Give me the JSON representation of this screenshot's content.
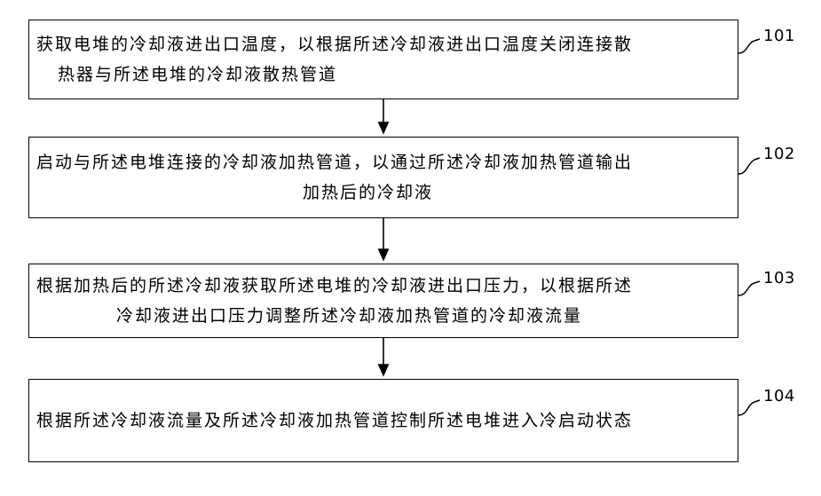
{
  "steps": [
    {
      "id": "101",
      "line1": "获取电堆的冷却液进出口温度，以根据所述冷却液进出口温度关闭连接散",
      "line2": "热器与所述电堆的冷却液散热管道"
    },
    {
      "id": "102",
      "line1": "启动与所述电堆连接的冷却液加热管道，以通过所述冷却液加热管道输出",
      "line2": "加热后的冷却液"
    },
    {
      "id": "103",
      "line1": "根据加热后的所述冷却液获取所述电堆的冷却液进出口压力，以根据所述",
      "line2": "冷却液进出口压力调整所述冷却液加热管道的冷却液流量"
    },
    {
      "id": "104",
      "line1": "根据所述冷却液流量及所述冷却液加热管道控制所述电堆进入冷启动状态",
      "line2": ""
    }
  ]
}
